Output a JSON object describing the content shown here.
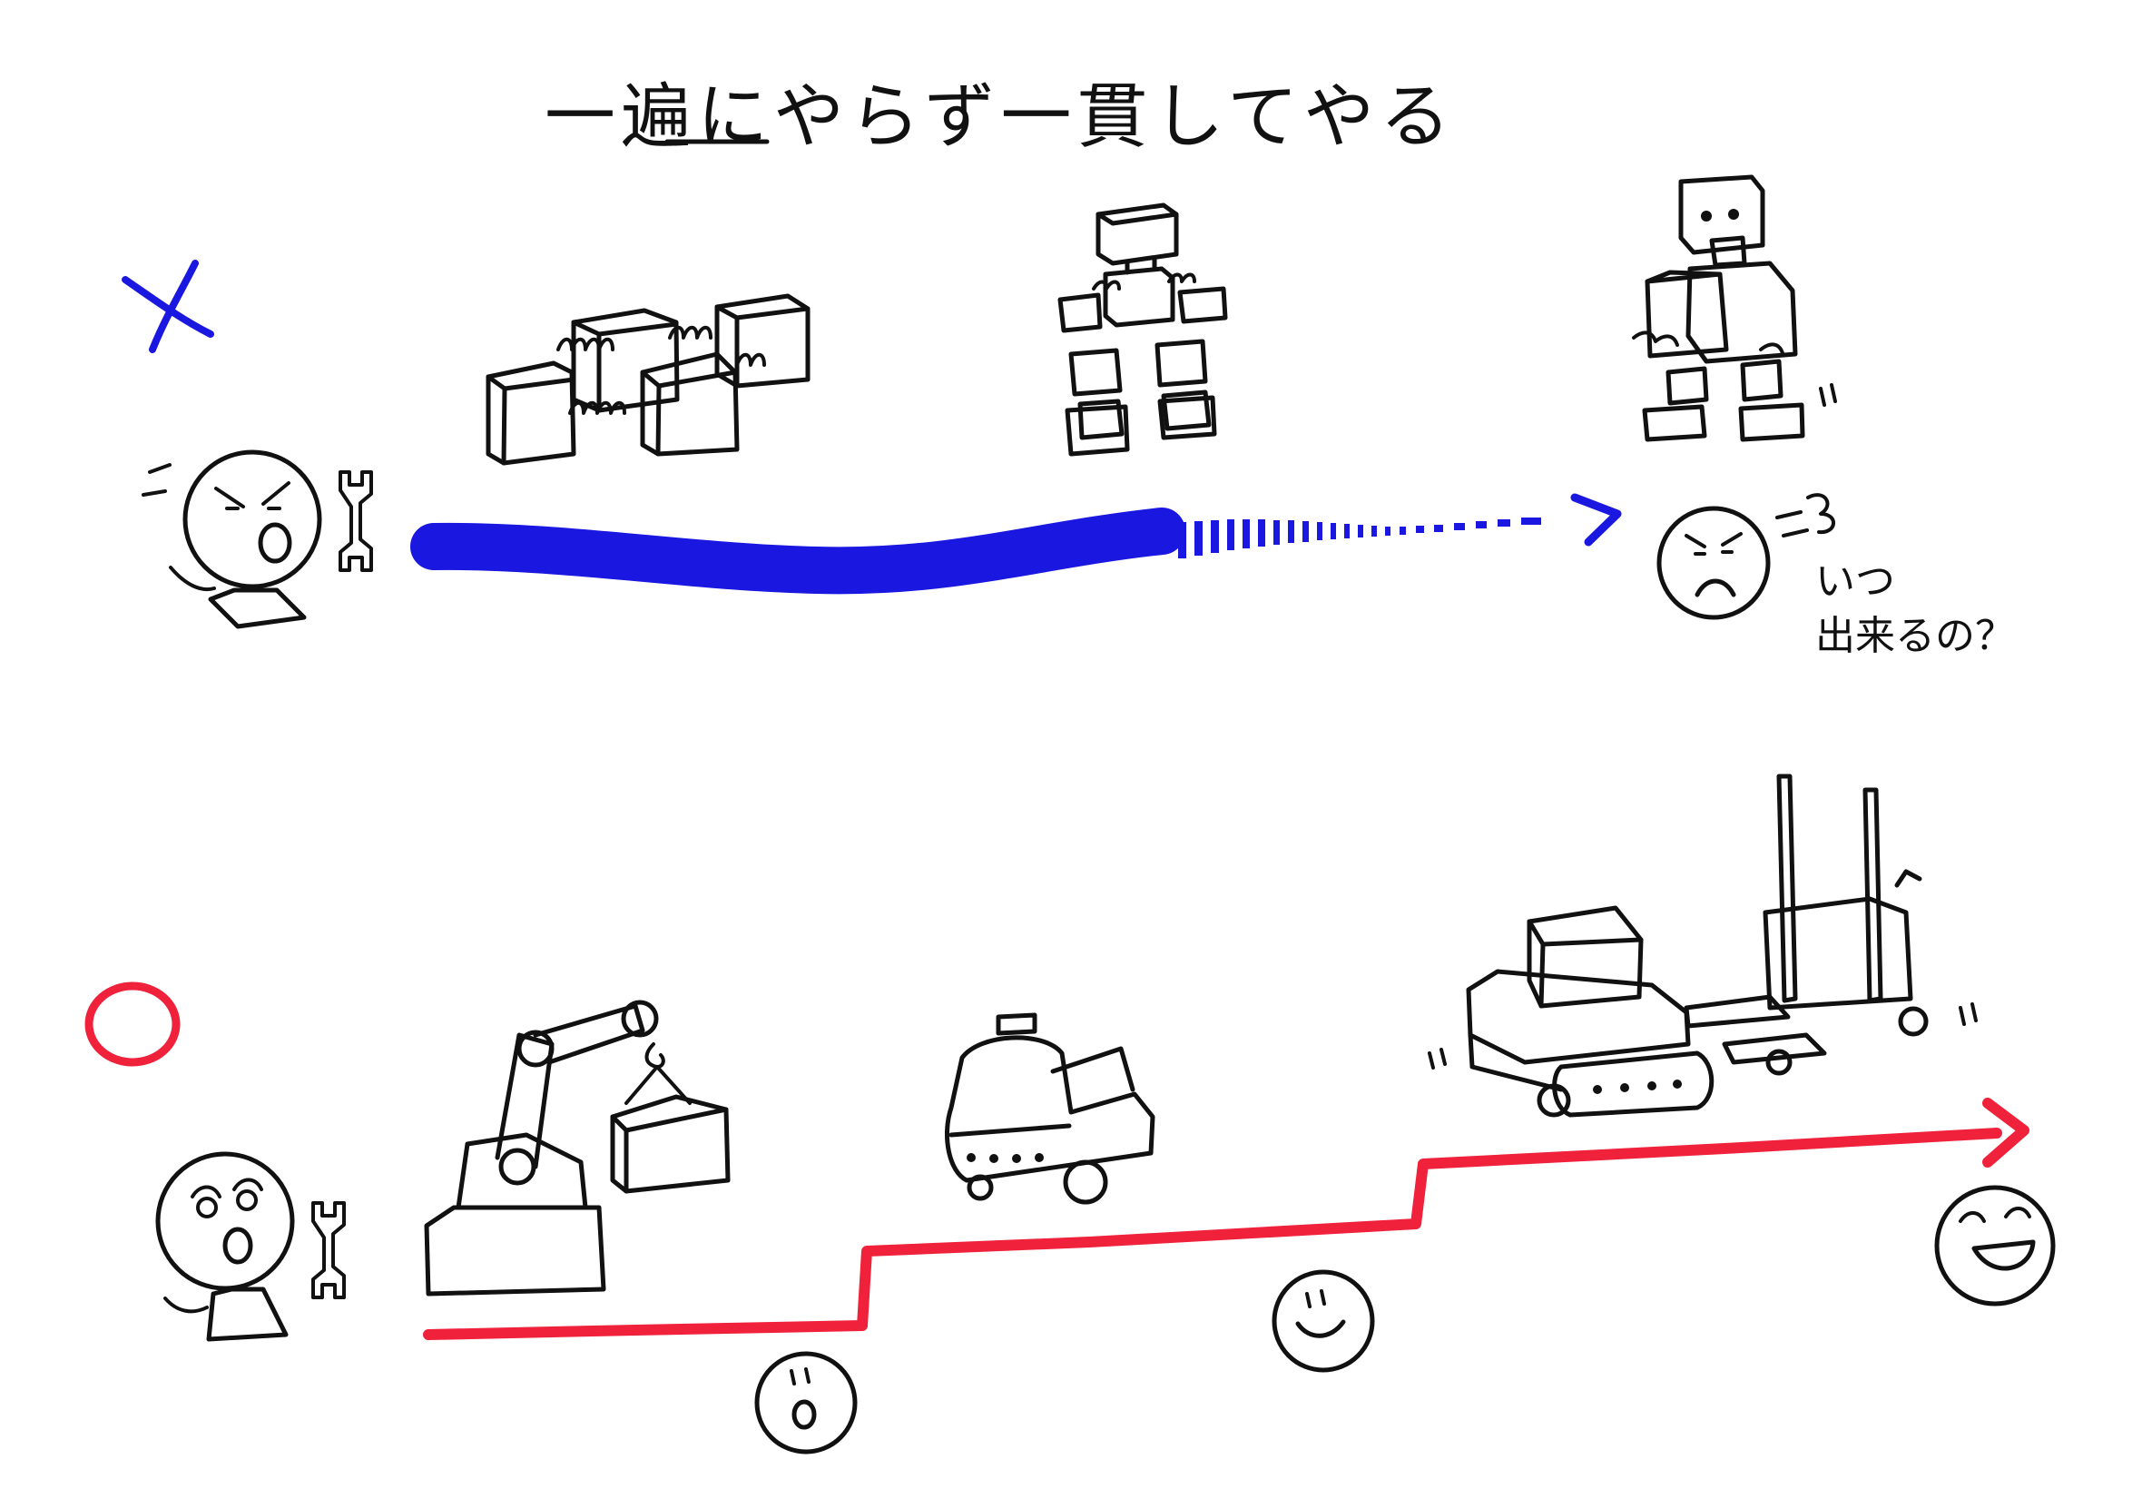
{
  "title": "一遍にやらず一貫してやる",
  "bad": {
    "mark": "×",
    "speech_line1": "いつ",
    "speech_line2": "出来るの？"
  },
  "good": {
    "mark": "○"
  },
  "colors": {
    "bad_path": "#1a17e0",
    "good_path": "#f0213a",
    "ink": "#111111"
  }
}
